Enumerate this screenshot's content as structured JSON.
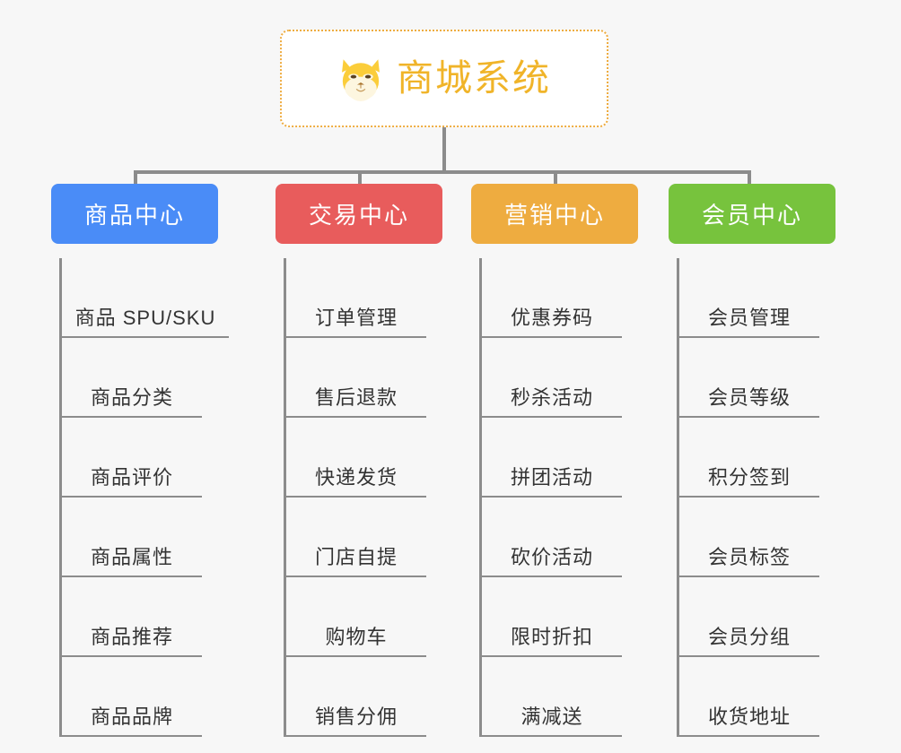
{
  "root": {
    "title": "商城系统",
    "icon": "shiba-dog-icon",
    "border_color": "#eeac40",
    "text_color": "#f0b429",
    "background": "#ffffff"
  },
  "canvas": {
    "background": "#f7f7f7",
    "connector_color": "#8c8c8c"
  },
  "columns": [
    {
      "id": "product-center",
      "title": "商品中心",
      "color": "#4a8cf7",
      "items": [
        "商品 SPU/SKU",
        "商品分类",
        "商品评价",
        "商品属性",
        "商品推荐",
        "商品品牌"
      ]
    },
    {
      "id": "trade-center",
      "title": "交易中心",
      "color": "#e85c5c",
      "items": [
        "订单管理",
        "售后退款",
        "快递发货",
        "门店自提",
        "购物车",
        "销售分佣"
      ]
    },
    {
      "id": "marketing-center",
      "title": "营销中心",
      "color": "#eeac40",
      "items": [
        "优惠券码",
        "秒杀活动",
        "拼团活动",
        "砍价活动",
        "限时折扣",
        "满减送"
      ]
    },
    {
      "id": "member-center",
      "title": "会员中心",
      "color": "#77c33d",
      "items": [
        "会员管理",
        "会员等级",
        "积分签到",
        "会员标签",
        "会员分组",
        "收货地址"
      ]
    }
  ]
}
